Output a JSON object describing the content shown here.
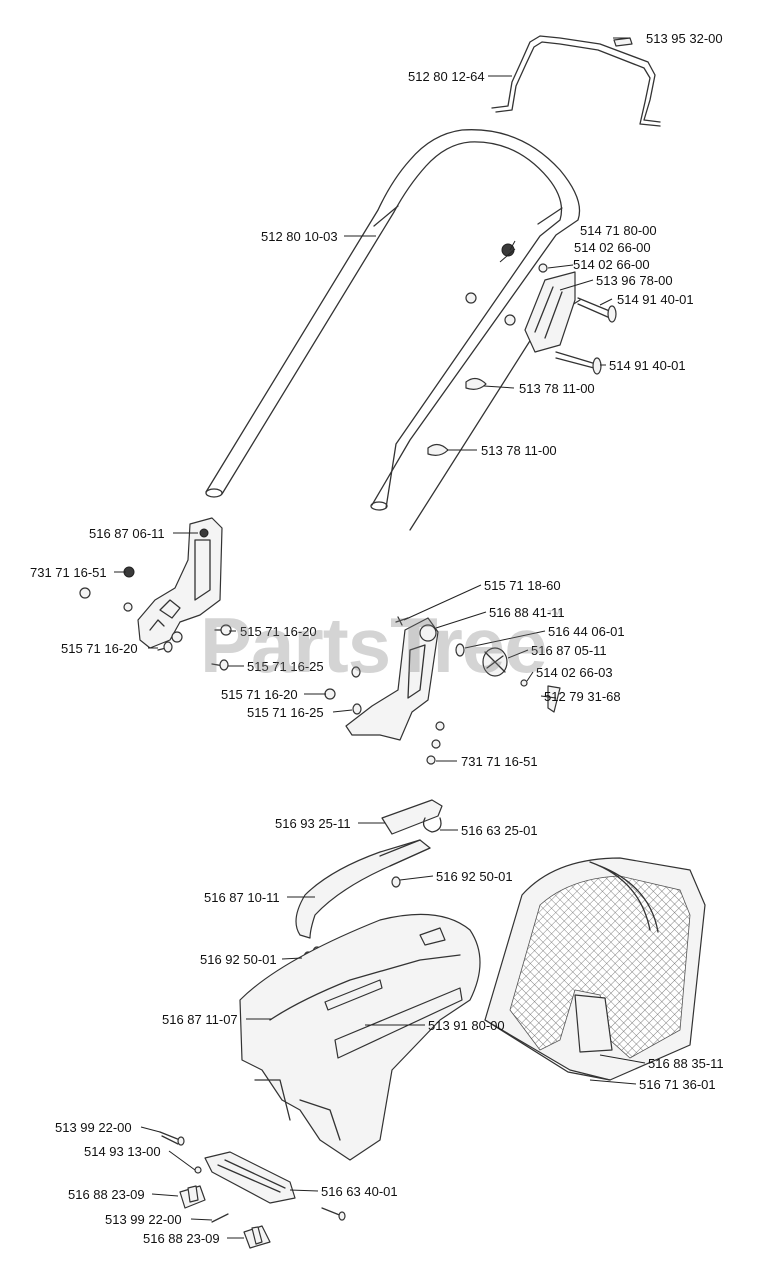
{
  "watermark": {
    "text": "PartsTree",
    "mark": "™"
  },
  "callouts": [
    "513 95 32-00",
    "512 80 12-64",
    "512 80 10-03",
    "514 71 80-00",
    "514 02 66-00",
    "514 02 66-00",
    "513 96 78-00",
    "514 91 40-01",
    "514 91 40-01",
    "513 78 11-00",
    "513 78 11-00",
    "516 87 06-11",
    "731 71 16-51",
    "515 71 16-20",
    "515 71 16-20",
    "515 71 16-25",
    "515 71 18-60",
    "516 88 41-11",
    "516 44 06-01",
    "516 87 05-11",
    "514 02 66-03",
    "512 79 31-68",
    "515 71 16-20",
    "515 71 16-25",
    "731 71 16-51",
    "516 93 25-11",
    "516 63 25-01",
    "516 92 50-01",
    "516 87 10-11",
    "516 92 50-01",
    "516 87 11-07",
    "513 91 80-00",
    "516 88 35-11",
    "516 71 36-01",
    "513 99 22-00",
    "514 93 13-00",
    "516 88 23-09",
    "516 63 40-01",
    "513 99 22-00",
    "516 88 23-09"
  ]
}
